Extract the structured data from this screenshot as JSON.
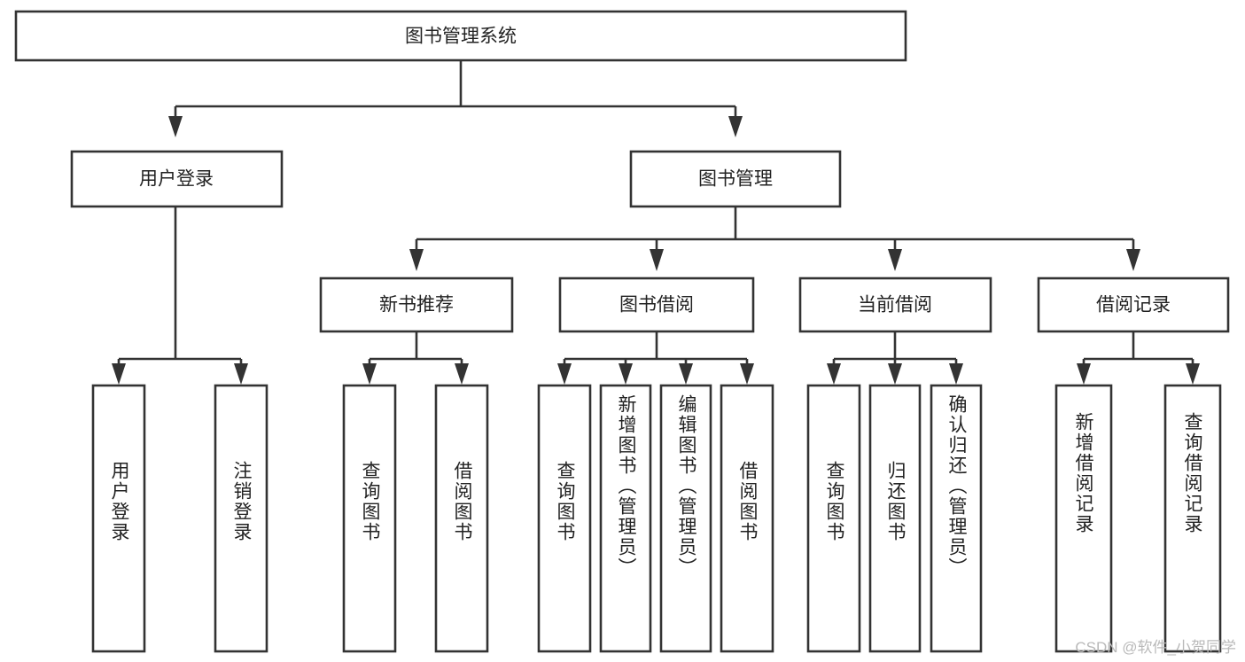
{
  "diagram": {
    "type": "tree-hierarchy",
    "title": "图书管理系统",
    "watermark": "CSDN @软件_小贺同学",
    "colors": {
      "stroke": "#333333",
      "fill": "#ffffff",
      "text": "#222222",
      "watermark": "#b9b9b9",
      "background": "#ffffff"
    },
    "levels": [
      {
        "level": 1,
        "nodes": [
          {
            "id": "root",
            "label": "图书管理系统",
            "orientation": "horizontal"
          }
        ]
      },
      {
        "level": 2,
        "nodes": [
          {
            "id": "user-login",
            "label": "用户登录",
            "orientation": "horizontal",
            "parent": "root"
          },
          {
            "id": "book-mgmt",
            "label": "图书管理",
            "orientation": "horizontal",
            "parent": "root"
          }
        ]
      },
      {
        "level": 3,
        "nodes": [
          {
            "id": "new-book-rec",
            "label": "新书推荐",
            "orientation": "horizontal",
            "parent": "book-mgmt"
          },
          {
            "id": "book-borrow",
            "label": "图书借阅",
            "orientation": "horizontal",
            "parent": "book-mgmt"
          },
          {
            "id": "current-borrow",
            "label": "当前借阅",
            "orientation": "horizontal",
            "parent": "book-mgmt"
          },
          {
            "id": "borrow-record",
            "label": "借阅记录",
            "orientation": "horizontal",
            "parent": "book-mgmt"
          }
        ]
      },
      {
        "level": 4,
        "nodes": [
          {
            "id": "leaf-user-login",
            "label": "用户登录",
            "orientation": "vertical",
            "parent": "user-login"
          },
          {
            "id": "leaf-logout-login",
            "label": "注销登录",
            "orientation": "vertical",
            "parent": "user-login"
          },
          {
            "id": "leaf-query-book-1",
            "label": "查询图书",
            "orientation": "vertical",
            "parent": "new-book-rec"
          },
          {
            "id": "leaf-borrow-book-1",
            "label": "借阅图书",
            "orientation": "vertical",
            "parent": "new-book-rec"
          },
          {
            "id": "leaf-query-book-2",
            "label": "查询图书",
            "orientation": "vertical",
            "parent": "book-borrow"
          },
          {
            "id": "leaf-add-book",
            "label": "新增图书（管理员）",
            "orientation": "vertical",
            "parent": "book-borrow"
          },
          {
            "id": "leaf-edit-book",
            "label": "编辑图书（管理员）",
            "orientation": "vertical",
            "parent": "book-borrow"
          },
          {
            "id": "leaf-borrow-book-2",
            "label": "借阅图书",
            "orientation": "vertical",
            "parent": "book-borrow"
          },
          {
            "id": "leaf-query-book-3",
            "label": "查询图书",
            "orientation": "vertical",
            "parent": "current-borrow"
          },
          {
            "id": "leaf-return-book",
            "label": "归还图书",
            "orientation": "vertical",
            "parent": "current-borrow"
          },
          {
            "id": "leaf-confirm-return",
            "label": "确认归还（管理员）",
            "orientation": "vertical",
            "parent": "current-borrow"
          },
          {
            "id": "leaf-add-record",
            "label": "新增借阅记录",
            "orientation": "vertical",
            "parent": "borrow-record"
          },
          {
            "id": "leaf-query-record",
            "label": "查询借阅记录",
            "orientation": "vertical",
            "parent": "borrow-record"
          }
        ]
      }
    ],
    "edges": [
      {
        "from": "root",
        "to": "user-login"
      },
      {
        "from": "root",
        "to": "book-mgmt"
      },
      {
        "from": "book-mgmt",
        "to": "new-book-rec"
      },
      {
        "from": "book-mgmt",
        "to": "book-borrow"
      },
      {
        "from": "book-mgmt",
        "to": "current-borrow"
      },
      {
        "from": "book-mgmt",
        "to": "borrow-record"
      },
      {
        "from": "user-login",
        "to": "leaf-user-login"
      },
      {
        "from": "user-login",
        "to": "leaf-logout-login"
      },
      {
        "from": "new-book-rec",
        "to": "leaf-query-book-1"
      },
      {
        "from": "new-book-rec",
        "to": "leaf-borrow-book-1"
      },
      {
        "from": "book-borrow",
        "to": "leaf-query-book-2"
      },
      {
        "from": "book-borrow",
        "to": "leaf-add-book"
      },
      {
        "from": "book-borrow",
        "to": "leaf-edit-book"
      },
      {
        "from": "book-borrow",
        "to": "leaf-borrow-book-2"
      },
      {
        "from": "current-borrow",
        "to": "leaf-query-book-3"
      },
      {
        "from": "current-borrow",
        "to": "leaf-return-book"
      },
      {
        "from": "current-borrow",
        "to": "leaf-confirm-return"
      },
      {
        "from": "borrow-record",
        "to": "leaf-add-record"
      },
      {
        "from": "borrow-record",
        "to": "leaf-query-record"
      }
    ]
  }
}
